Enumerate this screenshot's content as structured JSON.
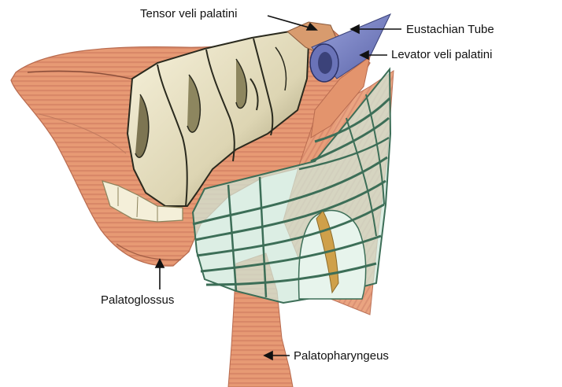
{
  "labels": {
    "tensor": "Tensor veli palatini",
    "eustachian": "Eustachian Tube",
    "levator": "Levator veli palatini",
    "palatoglossus": "Palatoglossus",
    "palatopharyngeus": "Palatopharyngeus"
  },
  "colors": {
    "muscle": "#e79a74",
    "muscle_stripe": "#d7866a",
    "teeth": "#efe9cf",
    "teeth_shadow": "#a39a72",
    "mesh_fill": "#cfe7da",
    "mesh_line": "#3c6e57",
    "tube": "#7b86c8",
    "tube_dark": "#3b4279",
    "inner_strap": "#cfa04a",
    "text": "#111111"
  }
}
